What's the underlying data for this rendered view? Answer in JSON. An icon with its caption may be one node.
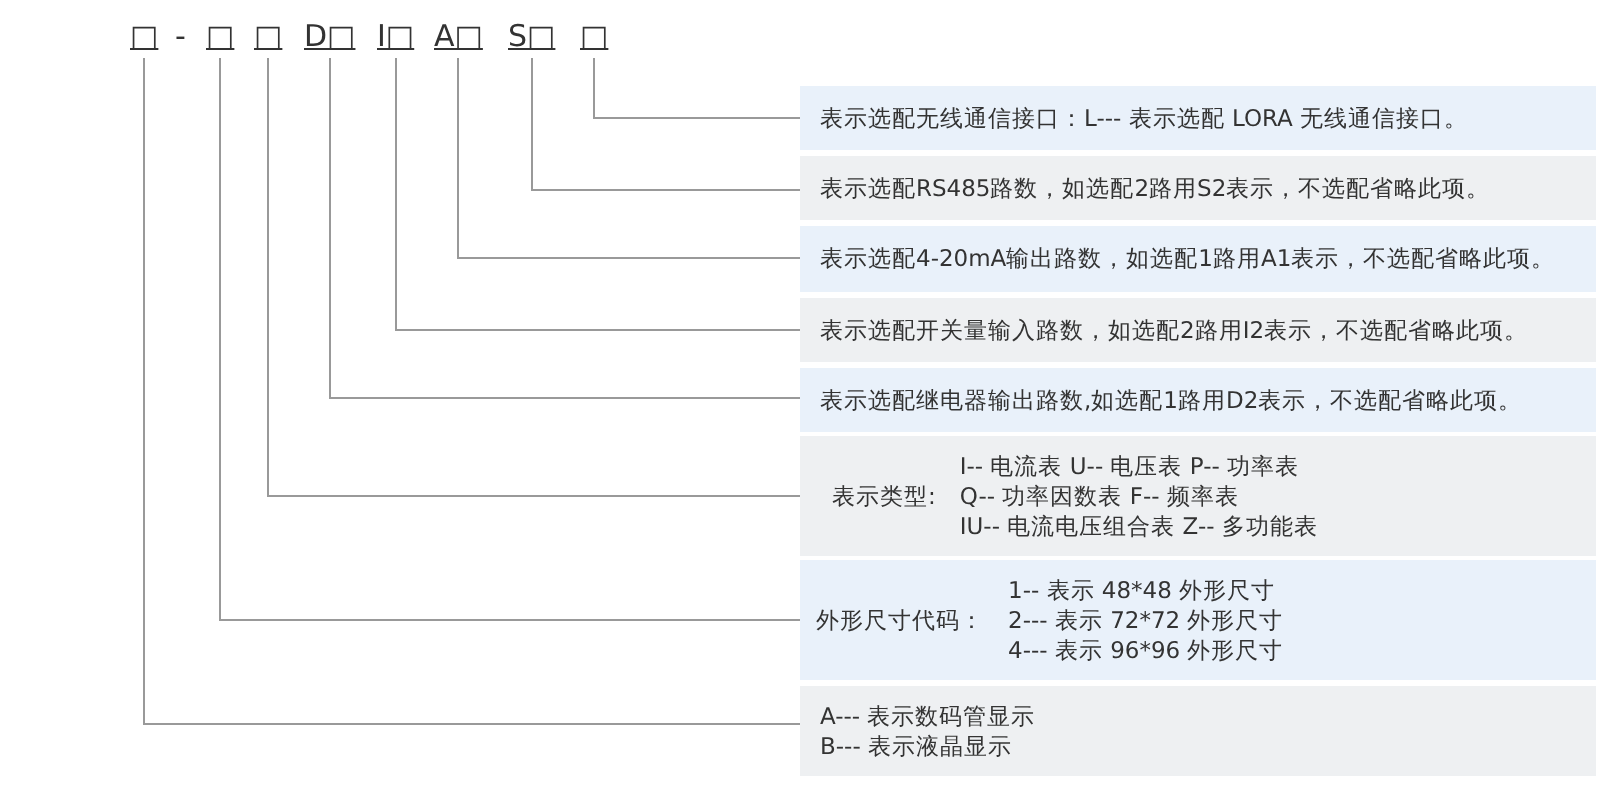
{
  "diagram": {
    "nodes": [
      {
        "text": [
          "□"
        ]
      },
      {
        "text": [
          "□"
        ]
      },
      {
        "text": [
          "□"
        ]
      },
      {
        "text": [
          "D□"
        ]
      },
      {
        "text": [
          "I□"
        ]
      },
      {
        "text": [
          "A□"
        ]
      },
      {
        "text": [
          "S□"
        ]
      },
      {
        "text": [
          "□"
        ]
      },
      {
        "text": [
          "表示选配无线通信接口：L--- 表示选配 LORA 无线通信接口。"
        ]
      },
      {
        "text": [
          "表示选配RS485路数，如选配2路用S2表示，不选配省略此项。"
        ]
      },
      {
        "text": [
          "表示选配4-20mA输出路数，如选配1路用A1表示，不选配省略此项。"
        ]
      },
      {
        "text": [
          "表示选配开关量输入路数，如选配2路用I2表示，不选配省略此项。"
        ]
      },
      {
        "text": [
          "表示选配继电器输出路数,如选配1路用D2表示，不选配省略此项。"
        ]
      },
      {
        "text": [
          "表示类型:",
          "I-- 电流表  U-- 电压表  P-- 功率表",
          "Q-- 功率因数表  F-- 频率表",
          "IU-- 电流电压组合表  Z-- 多功能表"
        ]
      },
      {
        "text": [
          "外形尺寸代码：",
          "1-- 表示 48*48 外形尺寸",
          "2--- 表示 72*72 外形尺寸",
          "4--- 表示 96*96 外形尺寸"
        ]
      },
      {
        "text": [
          "A--- 表示数码管显示",
          "B--- 表示液晶显示"
        ]
      }
    ],
    "edges": [
      {
        "from": 7,
        "to": 8,
        "arrow": "none"
      },
      {
        "from": 6,
        "to": 9,
        "arrow": "none"
      },
      {
        "from": 5,
        "to": 10,
        "arrow": "none"
      },
      {
        "from": 4,
        "to": 11,
        "arrow": "none"
      },
      {
        "from": 3,
        "to": 12,
        "arrow": "none"
      },
      {
        "from": 2,
        "to": 13,
        "arrow": "none"
      },
      {
        "from": 1,
        "to": 14,
        "arrow": "none"
      },
      {
        "from": 0,
        "to": 15,
        "arrow": "none"
      }
    ],
    "labels": [
      "-"
    ]
  }
}
